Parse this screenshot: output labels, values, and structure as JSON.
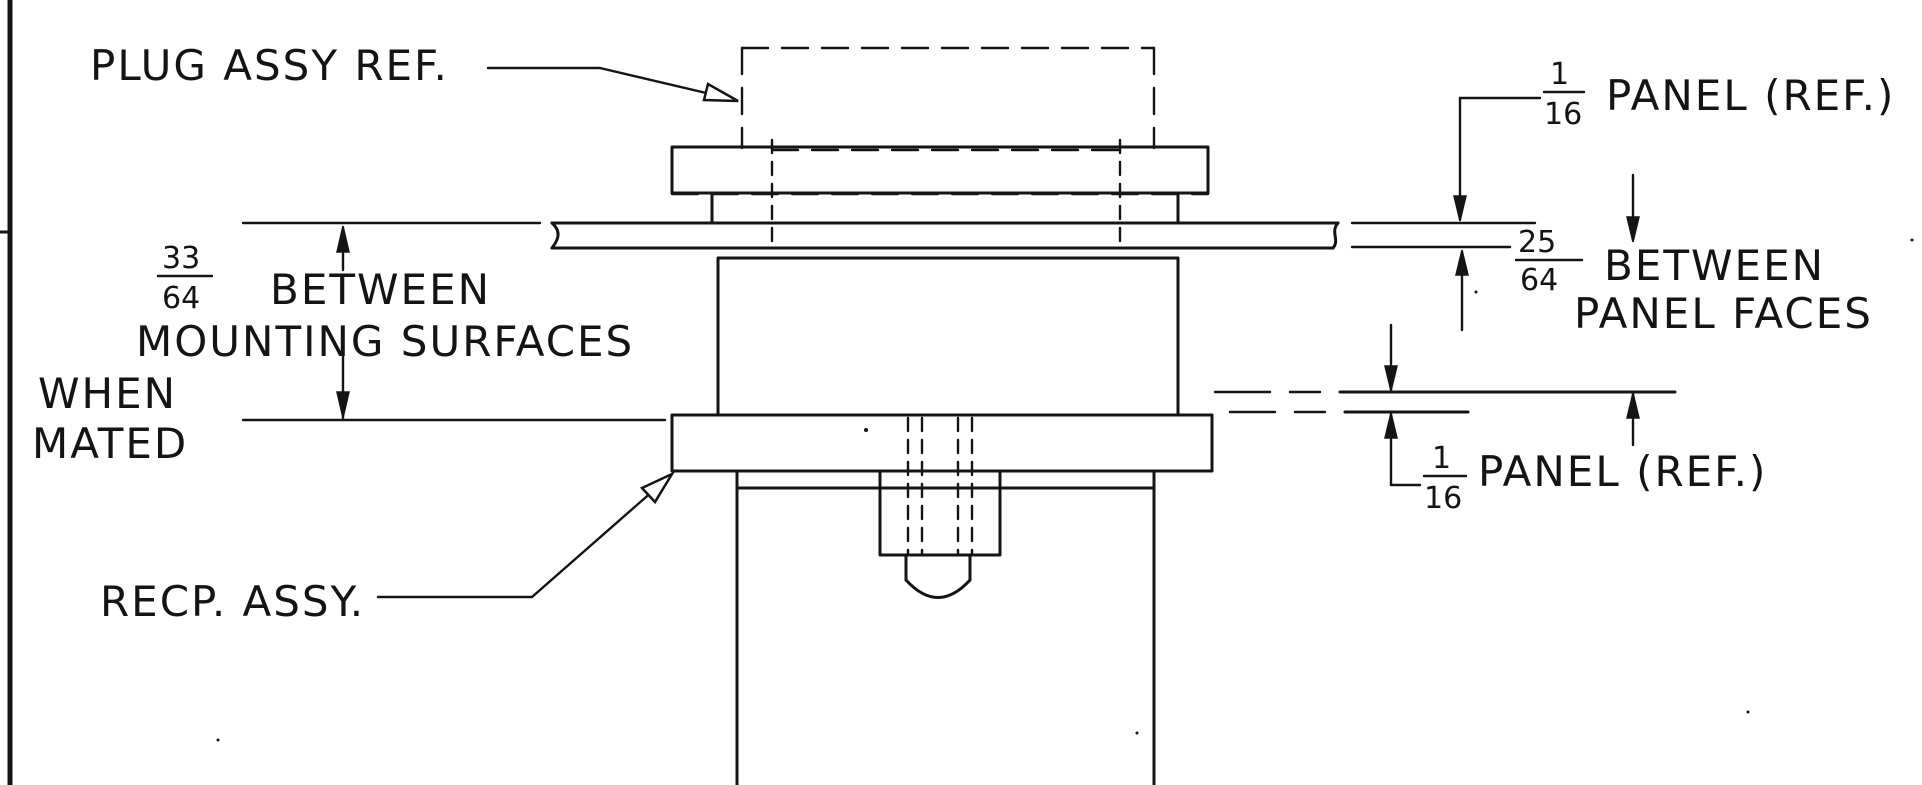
{
  "labels": {
    "plug_assy": "PLUG ASSY REF.",
    "recp_assy": "RECP. ASSY.",
    "between_mounting": "BETWEEN",
    "mounting_surfaces": "MOUNTING SURFACES",
    "when": "WHEN",
    "mated": "MATED",
    "panel_top": "PANEL (REF.)",
    "between_panel": "BETWEEN",
    "panel_faces": "PANEL FACES",
    "panel_bottom": "PANEL (REF.)"
  },
  "fractions": {
    "mounting": {
      "num": "33",
      "den": "64"
    },
    "panel_top": {
      "num": "1",
      "den": "16"
    },
    "panel_faces": {
      "num": "25",
      "den": "64"
    },
    "panel_bottom": {
      "num": "1",
      "den": "16"
    }
  },
  "colors": {
    "ink": "#141414",
    "paper": "#ffffff"
  }
}
